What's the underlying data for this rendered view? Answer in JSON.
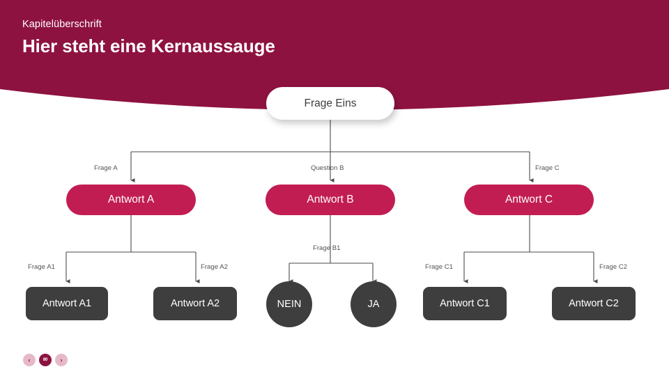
{
  "slide": {
    "kicker": "Kapitelüberschrift",
    "headline": "Hier steht eine Kernaussauge",
    "background_color": "#ffffff",
    "header_color": "#8e1240",
    "accent_color": "#c21d53",
    "node_dark_color": "#3e3e3e",
    "label_color": "#545454",
    "connector_color": "#4a4a4a"
  },
  "tree": {
    "root": {
      "label": "Frage Eins",
      "shape": "pill-white"
    },
    "level2": [
      {
        "label": "Antwort A",
        "shape": "pill-crimson",
        "edge_label": "Frage A"
      },
      {
        "label": "Antwort B",
        "shape": "pill-crimson",
        "edge_label": "Question B"
      },
      {
        "label": "Antwort C",
        "shape": "pill-crimson",
        "edge_label": "Frage C"
      }
    ],
    "level3": [
      {
        "label": "Antwort A1",
        "shape": "rect-dark",
        "edge_label": "Frage A1",
        "parent": "Antwort A"
      },
      {
        "label": "Antwort A2",
        "shape": "rect-dark",
        "edge_label": "Frage A2",
        "parent": "Antwort A"
      },
      {
        "label": "NEIN",
        "shape": "circle-dark",
        "edge_label": "",
        "parent": "Antwort B"
      },
      {
        "label": "JA",
        "shape": "circle-dark",
        "edge_label": "",
        "parent": "Antwort B"
      },
      {
        "label": "Antwort C1",
        "shape": "rect-dark",
        "edge_label": "Frage C1",
        "parent": "Antwort C"
      },
      {
        "label": "Antwort C2",
        "shape": "rect-dark",
        "edge_label": "Frage C2",
        "parent": "Antwort C"
      }
    ],
    "branch_labels": {
      "b_mid": "Frage B1"
    }
  },
  "pager": {
    "prev": "‹",
    "current": "80",
    "next": "›"
  }
}
